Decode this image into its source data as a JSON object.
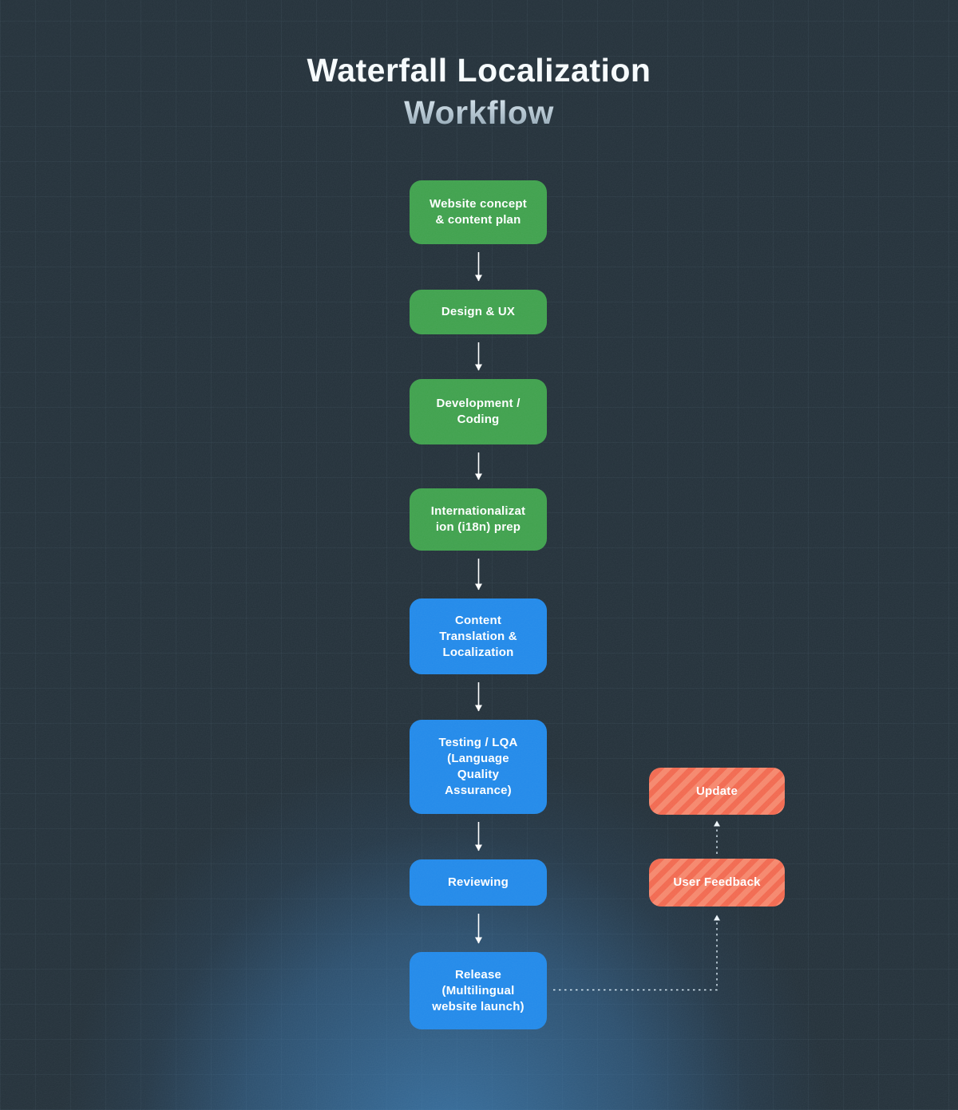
{
  "title": {
    "line1": "Waterfall Localization",
    "line2": "Workflow"
  },
  "nodes": [
    {
      "id": "website-concept",
      "label": "Website concept\n& content plan",
      "type": "green"
    },
    {
      "id": "design-ux",
      "label": "Design & UX",
      "type": "green"
    },
    {
      "id": "development-coding",
      "label": "Development /\nCoding",
      "type": "green"
    },
    {
      "id": "i18n-prep",
      "label": "Internationalizat\nion (i18n) prep",
      "type": "green"
    },
    {
      "id": "content-translation",
      "label": "Content\nTranslation &\nLocalization",
      "type": "blue"
    },
    {
      "id": "testing-lqa",
      "label": "Testing / LQA\n(Language\nQuality\nAssurance)",
      "type": "blue"
    },
    {
      "id": "reviewing",
      "label": "Reviewing",
      "type": "blue"
    },
    {
      "id": "release",
      "label": "Release\n(Multilingual\nwebsite launch)",
      "type": "blue"
    },
    {
      "id": "update",
      "label": "Update",
      "type": "orange"
    },
    {
      "id": "user-feedback",
      "label": "User Feedback",
      "type": "orange"
    }
  ],
  "edges": [
    {
      "from": "website-concept",
      "to": "design-ux",
      "style": "solid"
    },
    {
      "from": "design-ux",
      "to": "development-coding",
      "style": "solid"
    },
    {
      "from": "development-coding",
      "to": "i18n-prep",
      "style": "solid"
    },
    {
      "from": "i18n-prep",
      "to": "content-translation",
      "style": "solid"
    },
    {
      "from": "content-translation",
      "to": "testing-lqa",
      "style": "solid"
    },
    {
      "from": "testing-lqa",
      "to": "reviewing",
      "style": "solid"
    },
    {
      "from": "reviewing",
      "to": "release",
      "style": "solid"
    },
    {
      "from": "release",
      "to": "user-feedback",
      "style": "dashed"
    },
    {
      "from": "user-feedback",
      "to": "update",
      "style": "dashed"
    }
  ],
  "colors": {
    "bg": "#233039",
    "green": "#3fa14c",
    "blue": "#2189e9",
    "orange-base": "#f2694f",
    "orange-stripe": "#f6876c",
    "glow": "#3e87c6",
    "connector": "#ffffff",
    "title-primary": "#f7fbfd",
    "title-secondary": "#a9bcc8"
  }
}
